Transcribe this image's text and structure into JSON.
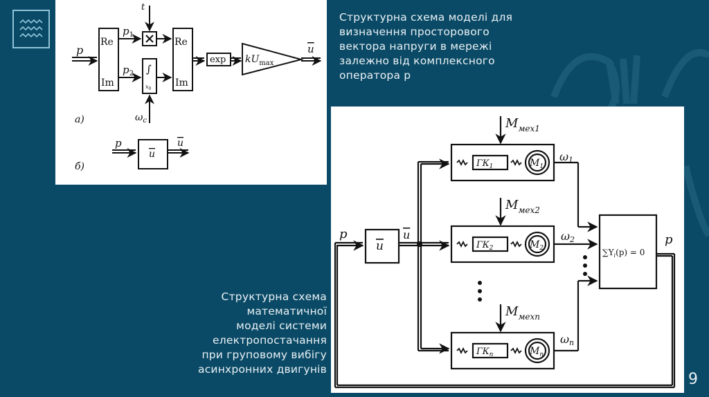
{
  "slide": {
    "page_number": "9",
    "logo_icon": "waves-icon",
    "colors": {
      "background": "#0b4a66",
      "text": "#e8f1f5",
      "logo_stroke": "#8fc4d8"
    }
  },
  "captions": {
    "top": [
      "Структурна схема моделі для",
      "визначення просторового",
      "вектора напруги в мережі",
      "залежно від комплексного",
      "оператора p"
    ],
    "bottom": [
      "Структурна схема",
      "математичної",
      "моделі системи",
      "електропостачання",
      "при груповому вибігу",
      "асинхронних двигунів"
    ]
  },
  "figure_a": {
    "input": "p",
    "split_block": {
      "top": "Re",
      "bottom": "Im"
    },
    "p1": "p",
    "p1_sub": "1",
    "p2": "p",
    "p2_sub": "2",
    "multiply_symbol": "×",
    "t_input": "t",
    "integrator_symbol": "∫",
    "integrator_init": "x",
    "integrator_init_sub": "0",
    "omega_c": "ω",
    "omega_c_sub": "c",
    "merge_block": {
      "top": "Re",
      "bottom": "Im"
    },
    "exp_block": "exp",
    "gain_block": "kU",
    "gain_block_sub": "max",
    "output": "u",
    "label_a": "а)",
    "label_b": "б)",
    "b_input": "p",
    "b_block": "u",
    "b_output": "u"
  },
  "figure_b": {
    "input": "p",
    "u_block": "u",
    "u_label": "u",
    "motors": [
      {
        "mech": "M",
        "mech_sub": "мех1",
        "gk": "ГК",
        "gk_sub": "1",
        "motor": "M",
        "motor_sub": "1",
        "omega": "ω",
        "omega_sub": "1"
      },
      {
        "mech": "M",
        "mech_sub": "мех2",
        "gk": "ГК",
        "gk_sub": "2",
        "motor": "M",
        "motor_sub": "2",
        "omega": "ω",
        "omega_sub": "2"
      },
      {
        "mech": "M",
        "mech_sub": "мехn",
        "gk": "ГК",
        "gk_sub": "n",
        "motor": "M",
        "motor_sub": "n",
        "omega": "ω",
        "omega_sub": "n"
      }
    ],
    "sum_block": "∑Y",
    "sum_block_sub": "i",
    "sum_block_tail": "(p) = 0",
    "output": "p"
  }
}
